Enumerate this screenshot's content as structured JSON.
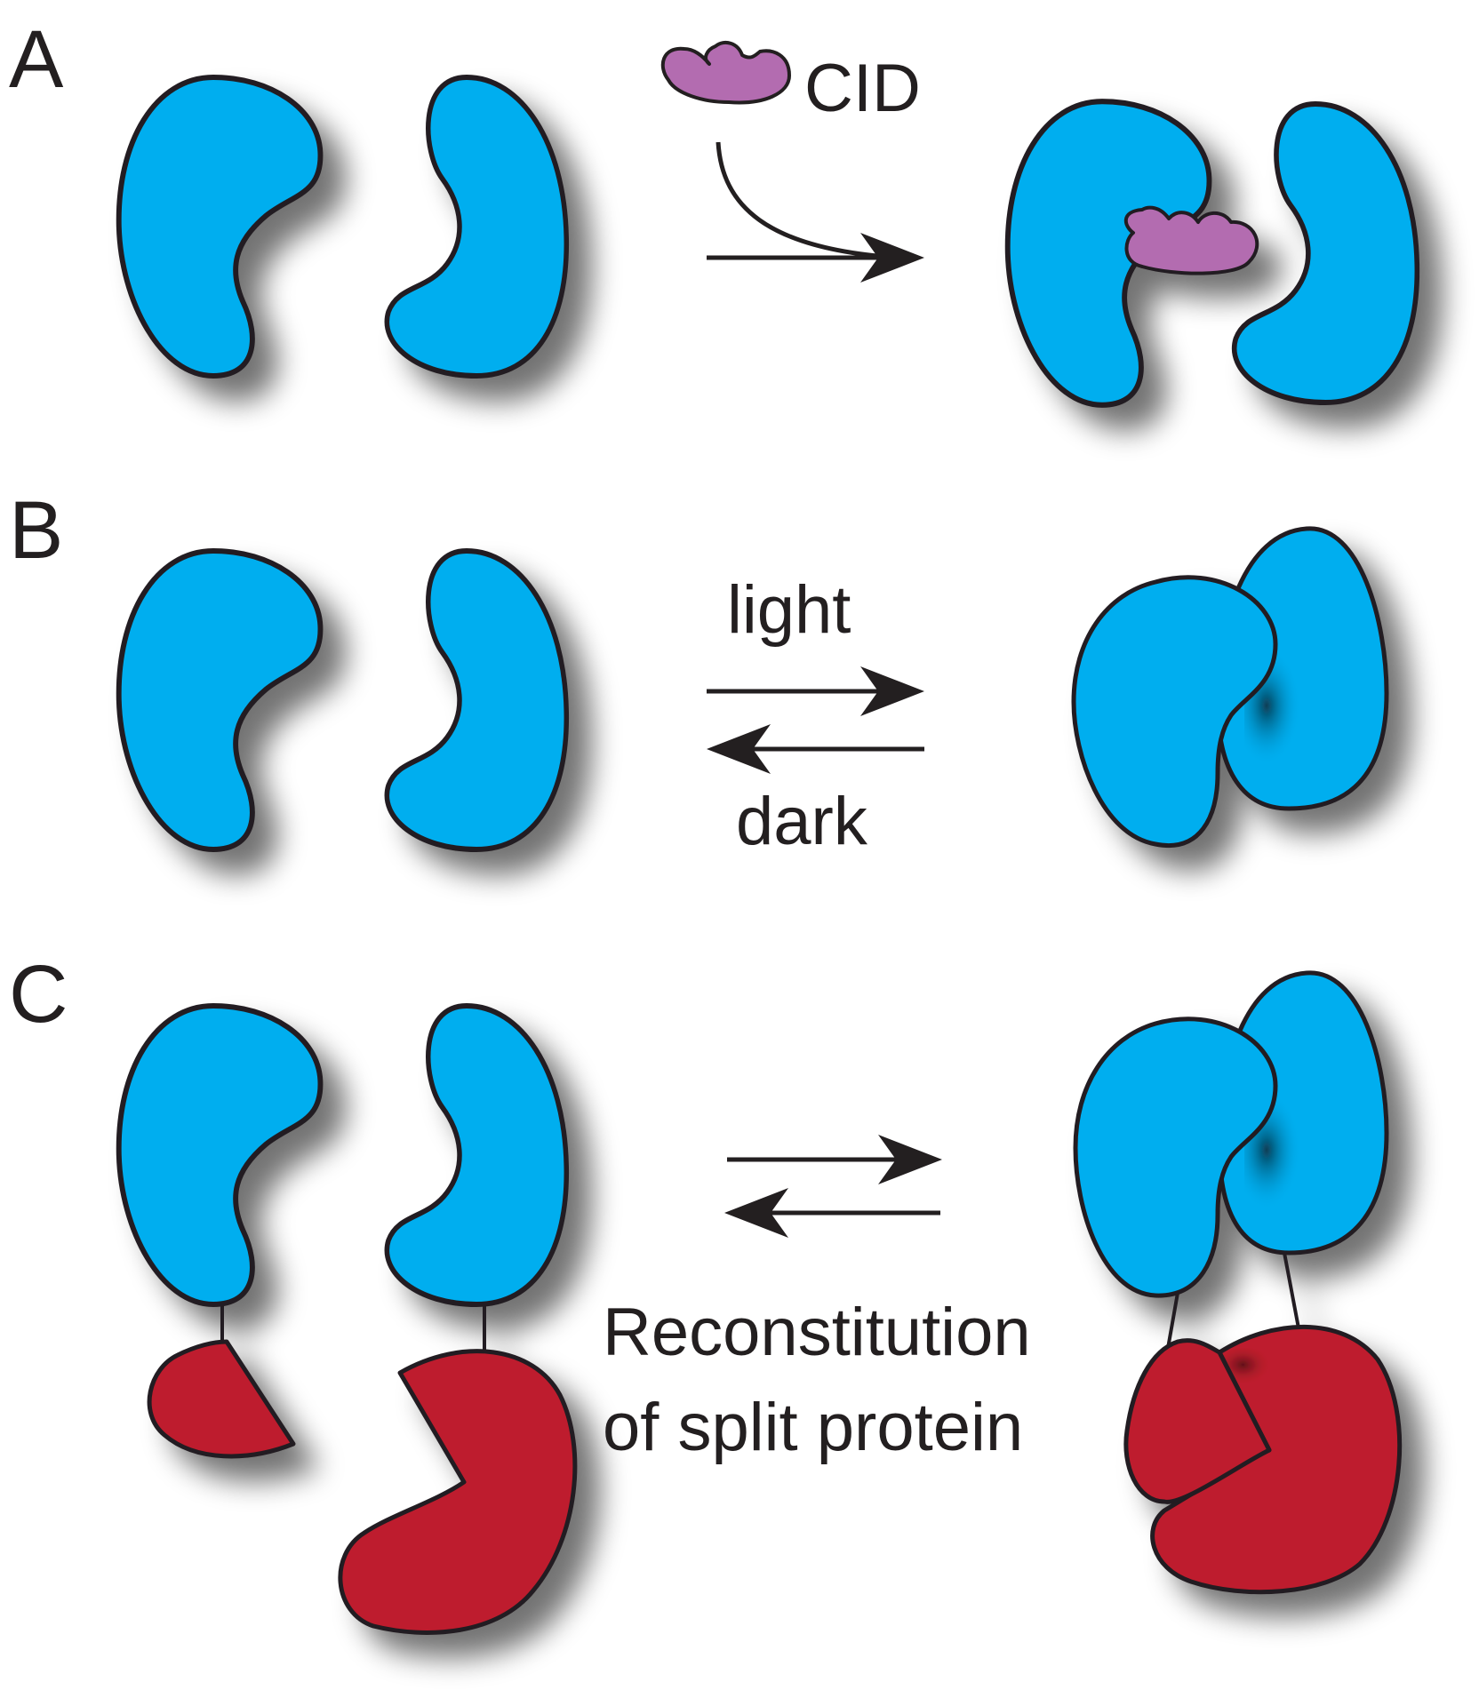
{
  "panels": [
    {
      "letter": "A",
      "labels": [
        "CID"
      ]
    },
    {
      "letter": "B",
      "labels": [
        "light",
        "dark"
      ]
    },
    {
      "letter": "C",
      "labels": [
        "Reconstitution",
        "of split protein"
      ]
    }
  ],
  "colors": {
    "dimerizer_domain": "#00aeef",
    "split_protein": "#be1e2d",
    "cid_molecule": "#b36cb0",
    "outline": "#231f20"
  }
}
